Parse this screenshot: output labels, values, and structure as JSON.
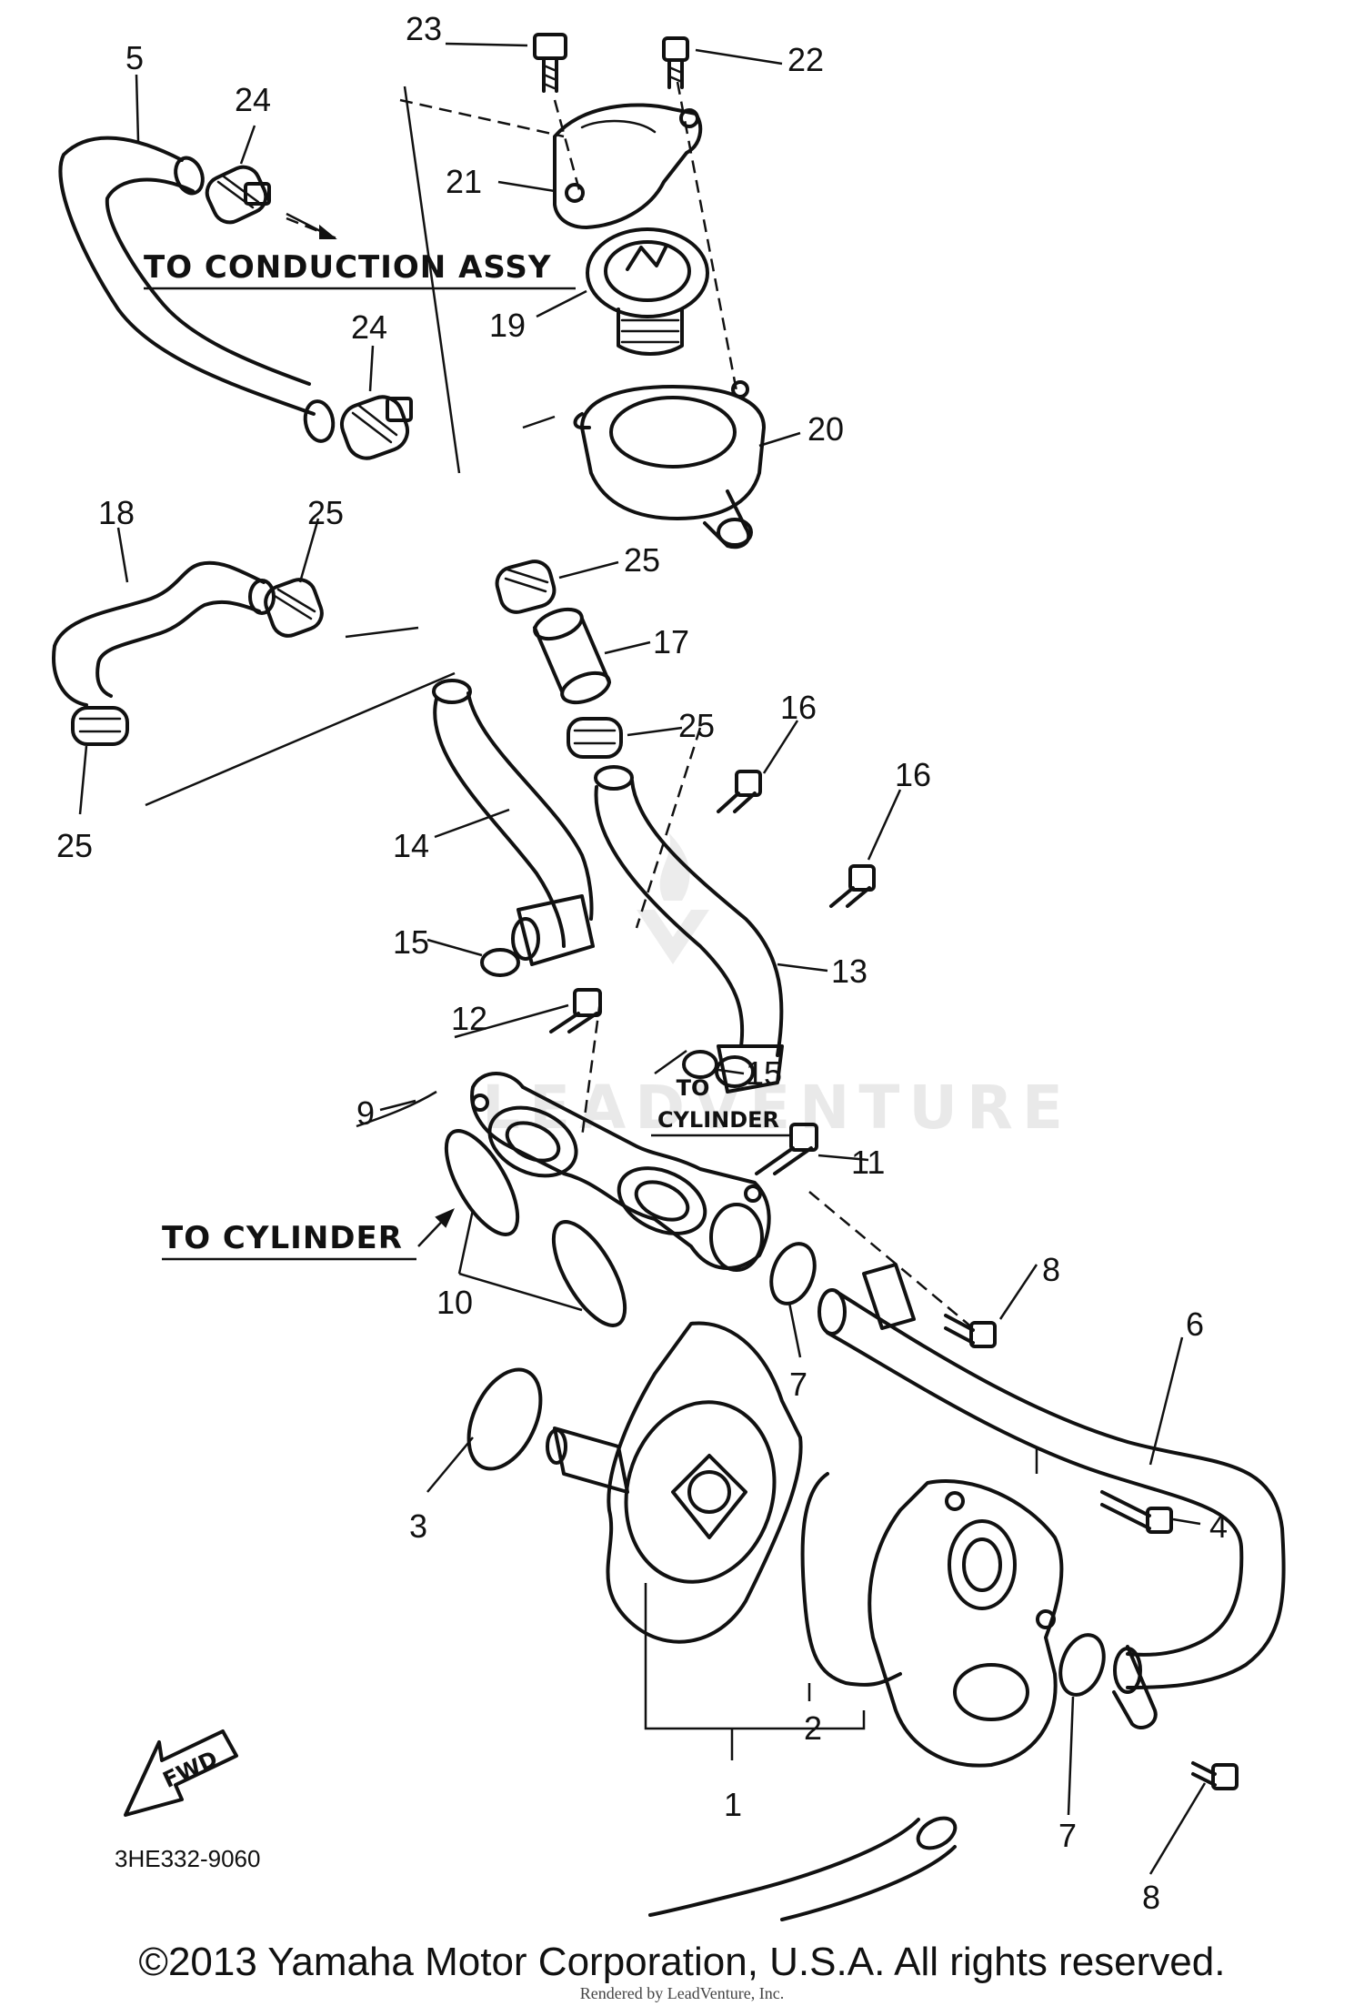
{
  "callouts": {
    "c1": "1",
    "c2": "2",
    "c3": "3",
    "c4": "4",
    "c5": "5",
    "c6": "6",
    "c7": "7",
    "c8": "8",
    "c9": "9",
    "c10": "10",
    "c11": "11",
    "c12": "12",
    "c13": "13",
    "c14": "14",
    "c15": "15",
    "c16": "16",
    "c17": "17",
    "c18": "18",
    "c19": "19",
    "c20": "20",
    "c21": "21",
    "c22": "22",
    "c23": "23",
    "c24": "24",
    "c25": "25"
  },
  "annotations": {
    "to_conduction_assy": "TO CONDUCTION ASSY",
    "to_cylinder_main": "TO CYLINDER",
    "to_cylinder_small_line1": "TO",
    "to_cylinder_small_line2": "CYLINDER",
    "fwd": "FWD"
  },
  "diagram_code": "3HE332-9060",
  "watermark": "LEADVENTURE",
  "copyright": "©2013 Yamaha Motor Corporation, U.S.A. All rights reserved.",
  "render_note": "Rendered by LeadVenture, Inc."
}
